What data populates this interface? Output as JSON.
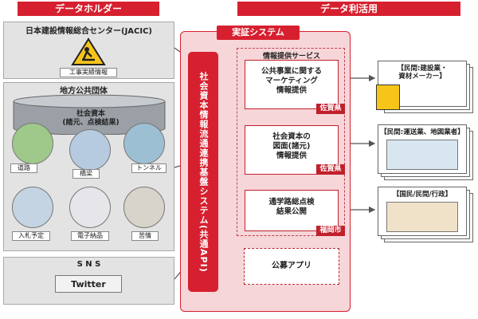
{
  "headers": {
    "holder": "データホルダー",
    "use": "データ利活用"
  },
  "jacic": {
    "title": "日本建設情報総合センター(JACIC)",
    "label": "工事実績情報"
  },
  "local": {
    "title": "地方公共団体",
    "cylinder": [
      "社会資本",
      "(諸元、点検結果)"
    ],
    "items": [
      "道路",
      "橋梁",
      "トンネル",
      "入札予定",
      "電子納品",
      "苦情"
    ]
  },
  "sns": {
    "title": "S N S",
    "button": "Twitter"
  },
  "system": {
    "title": "実証システム",
    "platform": "社会資本情報流通連携基盤システム(共通API)",
    "service_area": "情報提供サービス",
    "services": [
      {
        "text": [
          "公共事業に関する",
          "マーケティング",
          "情報提供"
        ],
        "tag": "佐賀県"
      },
      {
        "text": [
          "社会資本の",
          "図面(諸元)",
          "情報提供"
        ],
        "tag": "佐賀県"
      },
      {
        "text": [
          "通学路総点検",
          "結果公開"
        ],
        "tag": "福岡市"
      }
    ],
    "app": "公募アプリ"
  },
  "users": [
    {
      "label": [
        "【民間:建設業・",
        "資材メーカー】"
      ]
    },
    {
      "label": [
        "【民間:運送業、地図業者】"
      ]
    },
    {
      "label": [
        "【国民/民間/行政】"
      ]
    }
  ],
  "colors": {
    "accent": "#d6202f",
    "panel": "#e3e3e3",
    "pink": "#f7d6d9"
  }
}
